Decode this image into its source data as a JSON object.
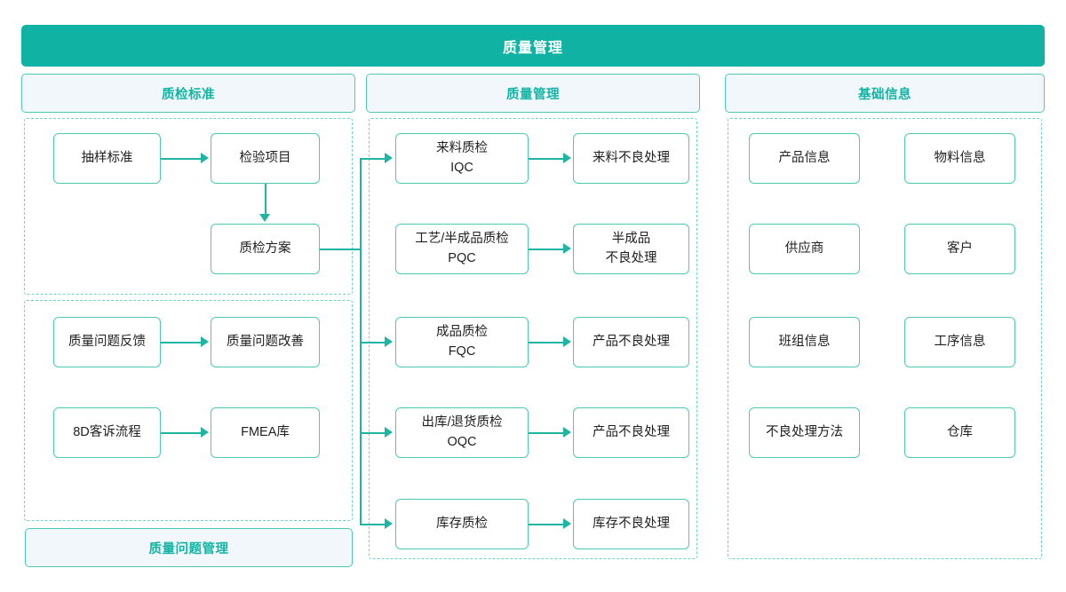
{
  "banner": {
    "title": "质量管理"
  },
  "columns": {
    "left": {
      "header": "质检标准",
      "footer": "质量问题管理",
      "nodes": {
        "sampling_standard": "抽样标准",
        "inspection_item": "检验项目",
        "inspection_plan": "质检方案",
        "quality_issue_feedback": "质量问题反馈",
        "quality_issue_improve": "质量问题改善",
        "customer_complaint_8d": "8D客诉流程",
        "fmea_library": "FMEA库"
      }
    },
    "middle": {
      "header": "质量管理",
      "rows": [
        {
          "source": "来料质检\nIQC",
          "target": "来料不良处理"
        },
        {
          "source": "工艺/半成品质检\nPQC",
          "target": "半成品\n不良处理"
        },
        {
          "source": "成品质检\nFQC",
          "target": "产品不良处理"
        },
        {
          "source": "出库/退货质检\nOQC",
          "target": "产品不良处理"
        },
        {
          "source": "库存质检",
          "target": "库存不良处理"
        }
      ]
    },
    "right": {
      "header": "基础信息",
      "nodes": [
        "产品信息",
        "物料信息",
        "供应商",
        "客户",
        "班组信息",
        "工序信息",
        "不良处理方法",
        "仓库"
      ]
    }
  },
  "colors": {
    "banner_bg": "#10b3a3",
    "panel_bg": "#f2f7fc",
    "accent": "#12b5a4",
    "node_border": "#4ec9b8",
    "connector": "#1fb5a4",
    "dashed_border": "#6fd4c6",
    "page_bg": "#ffffff"
  }
}
